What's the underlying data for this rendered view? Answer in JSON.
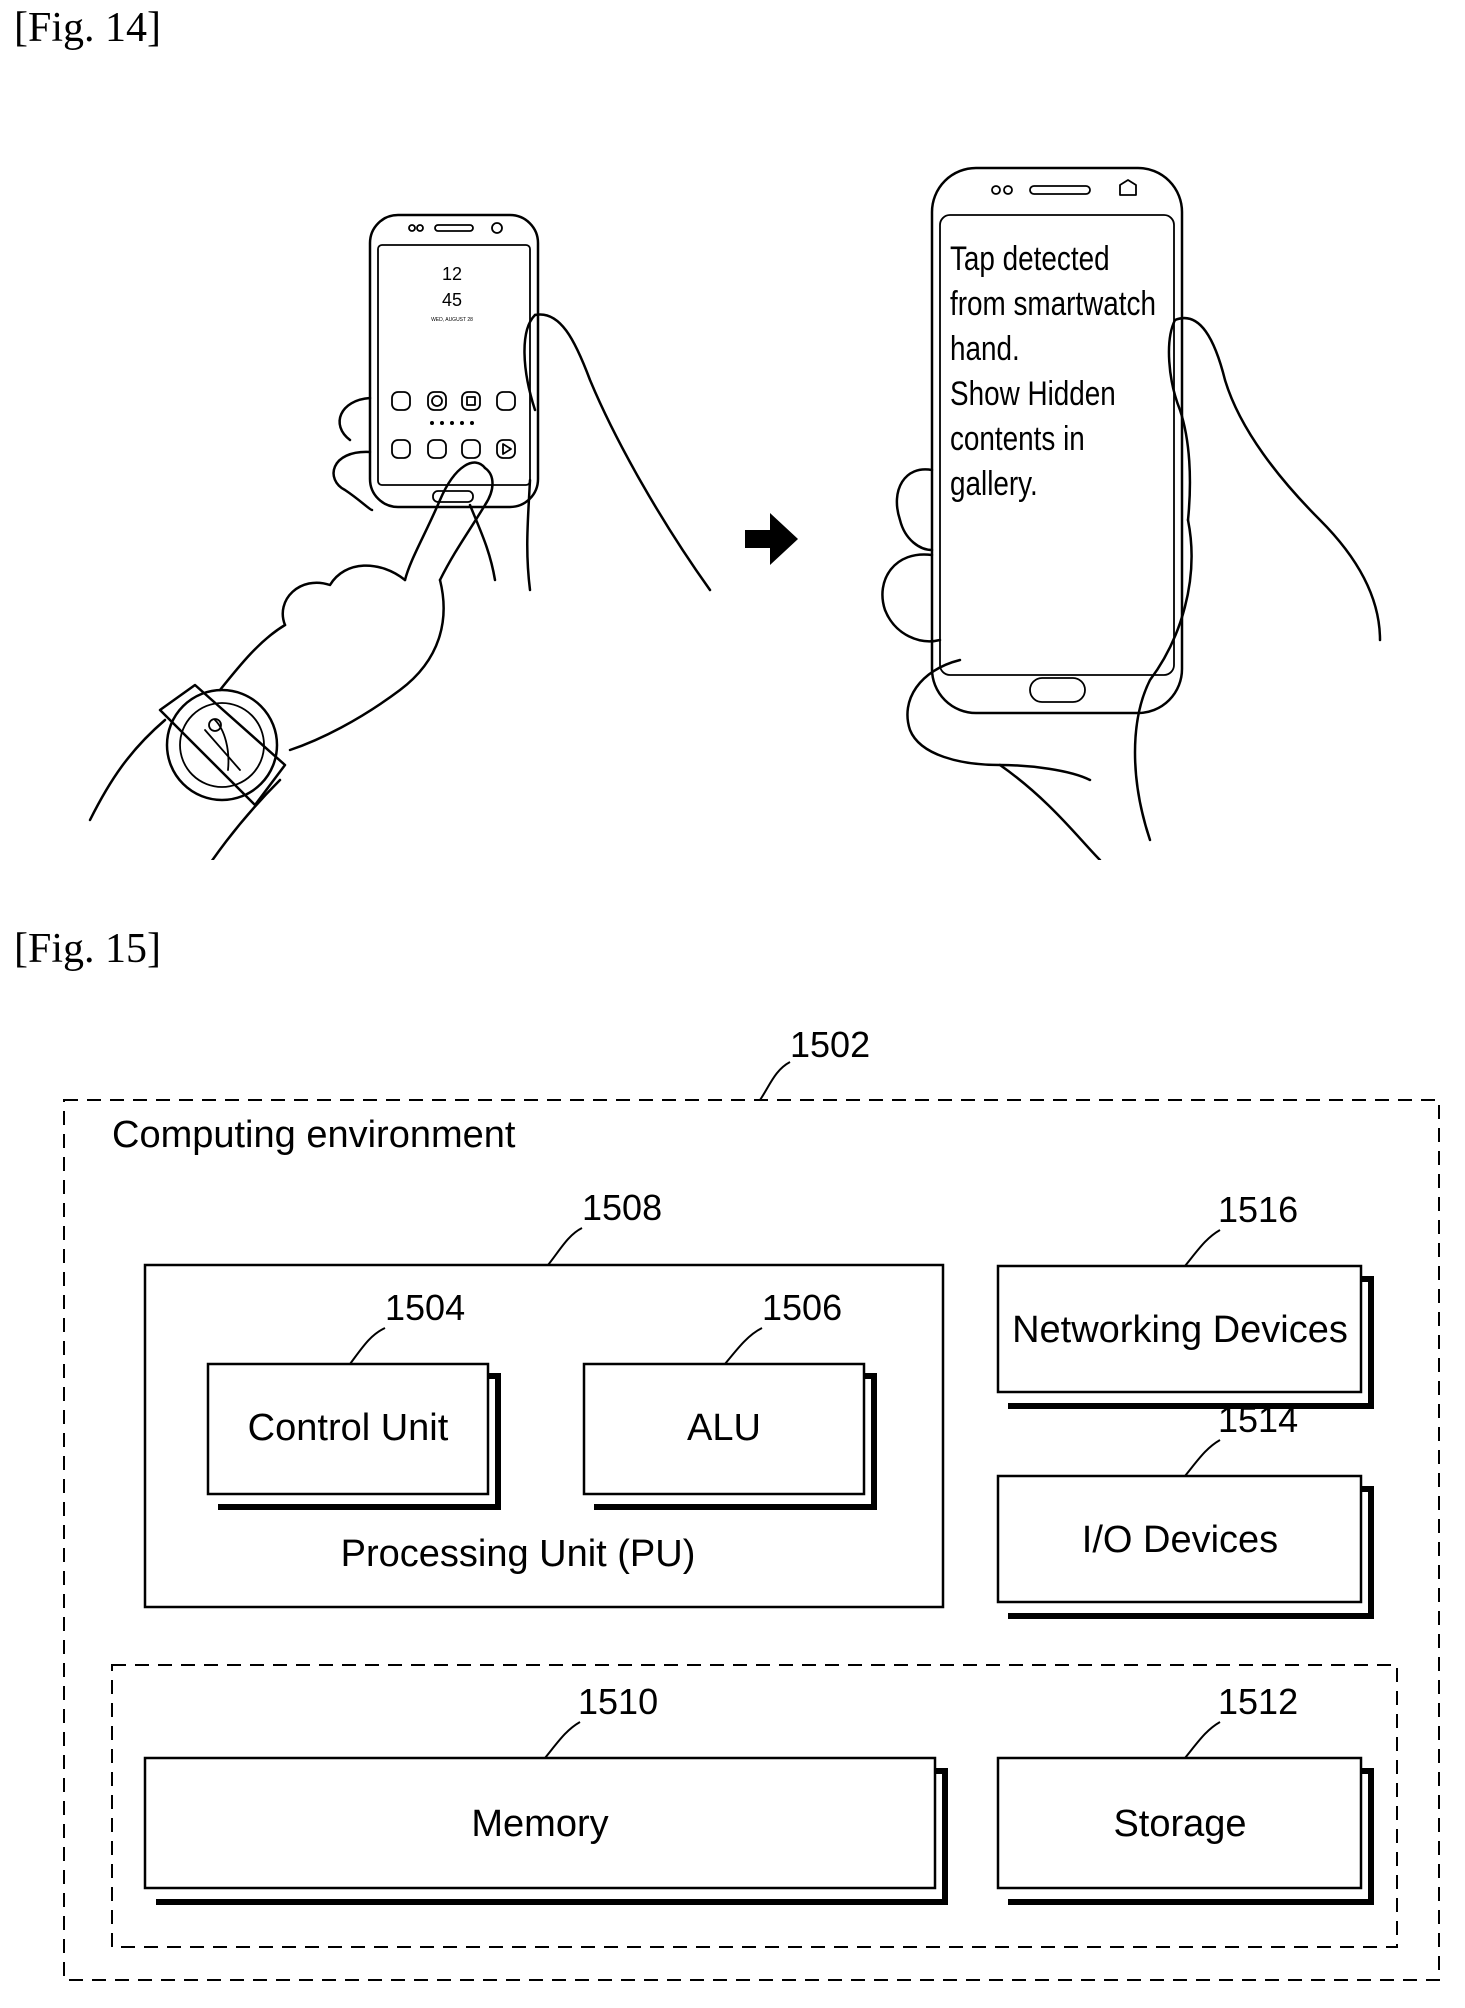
{
  "fig14": {
    "label": "[Fig. 14]",
    "left_phone": {
      "hour": "12",
      "minute": "45",
      "date": "WED, AUGUST 28"
    },
    "right_phone_lines": [
      "Tap detected",
      "from smartwatch",
      "hand.",
      "Show Hidden",
      "contents in",
      "gallery."
    ]
  },
  "fig15": {
    "label": "[Fig. 15]",
    "env_ref": "1502",
    "env_title": "Computing environment",
    "pu_ref": "1508",
    "pu_label": "Processing Unit (PU)",
    "control_ref": "1504",
    "control_label": "Control Unit",
    "alu_ref": "1506",
    "alu_label": "ALU",
    "net_ref": "1516",
    "net_label": "Networking Devices",
    "io_ref": "1514",
    "io_label": "I/O Devices",
    "memory_ref": "1510",
    "memory_label": "Memory",
    "storage_ref": "1512",
    "storage_label": "Storage"
  }
}
